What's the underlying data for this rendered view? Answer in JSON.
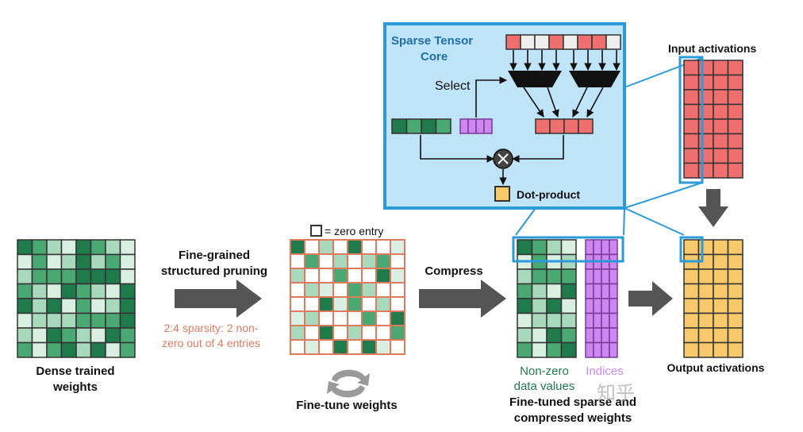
{
  "colors": {
    "dark_green": "#1f7a4c",
    "mid_green": "#4aa872",
    "light_green": "#a9d9bd",
    "pale_green": "#d8efe1",
    "red": "#ef6f6f",
    "purple": "#cc88ee",
    "yellow": "#f7c96a",
    "blue_border": "#2a9ad9",
    "core_fill": "#bfe3f7",
    "arrow_gray": "#555555",
    "pruning_orange": "#e07a5f",
    "grid_border": "#333333"
  },
  "labels": {
    "core_title_line1": "Sparse Tensor",
    "core_title_line2": "Core",
    "select": "Select",
    "dot_product": "Dot-product",
    "input_activations": "Input activations",
    "zero_entry": "= zero entry",
    "pruning_line1": "Fine-grained",
    "pruning_line2": "structured pruning",
    "sparsity_line1": "2:4 sparsity: 2 non-",
    "sparsity_line2": "zero out of 4 entries",
    "compress": "Compress",
    "dense_line1": "Dense trained",
    "dense_line2": "weights",
    "finetune": "Fine-tune weights",
    "nonzero_line1": "Non-zero",
    "nonzero_line2": "data values",
    "indices": "Indices",
    "output_activations": "Output activations",
    "compressed_line1": "Fine-tuned sparse and",
    "compressed_line2": "compressed weights",
    "watermark": "知乎"
  }
}
